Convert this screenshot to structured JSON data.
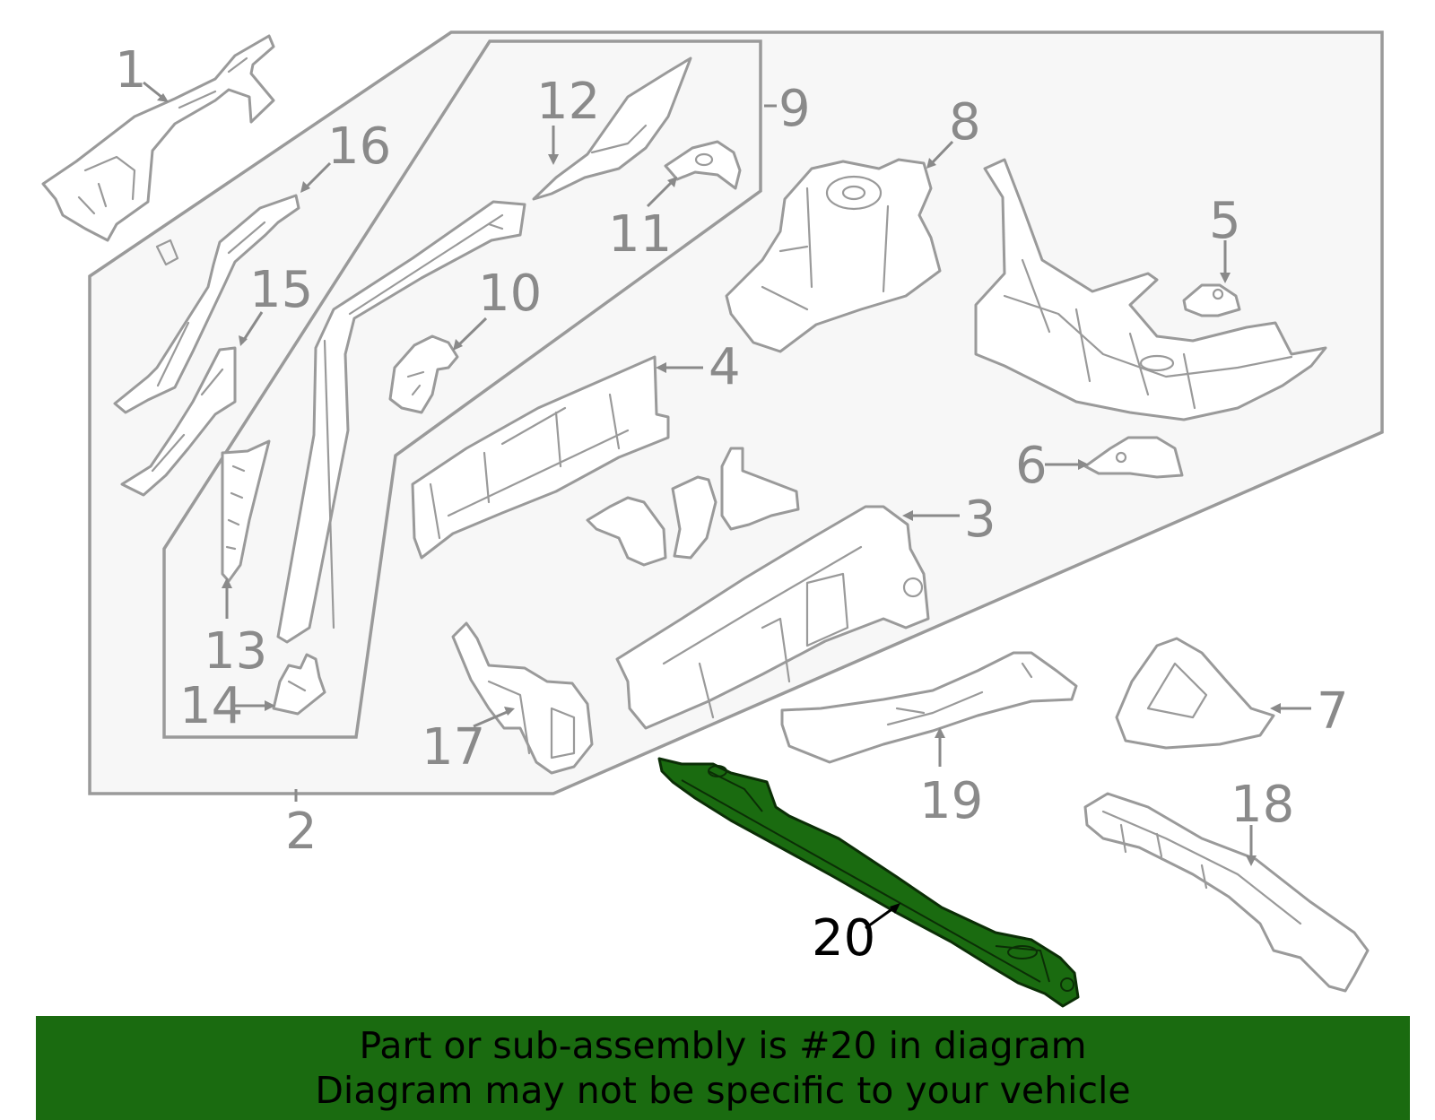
{
  "callouts": {
    "c1": "1",
    "c2": "2",
    "c3": "3",
    "c4": "4",
    "c5": "5",
    "c6": "6",
    "c7": "7",
    "c8": "8",
    "c9": "9",
    "c10": "10",
    "c11": "11",
    "c12": "12",
    "c13": "13",
    "c14": "14",
    "c15": "15",
    "c16": "16",
    "c17": "17",
    "c18": "18",
    "c19": "19",
    "c20": "20"
  },
  "highlighted_part": "20",
  "colors": {
    "highlight_fill": "#1a6b10",
    "highlight_stroke": "#0b2e06",
    "line_gray": "#9a9a9a",
    "panel_fill": "#f7f7f7",
    "banner_bg": "#1a6b10"
  },
  "banner": {
    "line1": "Part or sub-assembly is #20 in diagram",
    "line2": "Diagram may not be specific to your vehicle"
  }
}
